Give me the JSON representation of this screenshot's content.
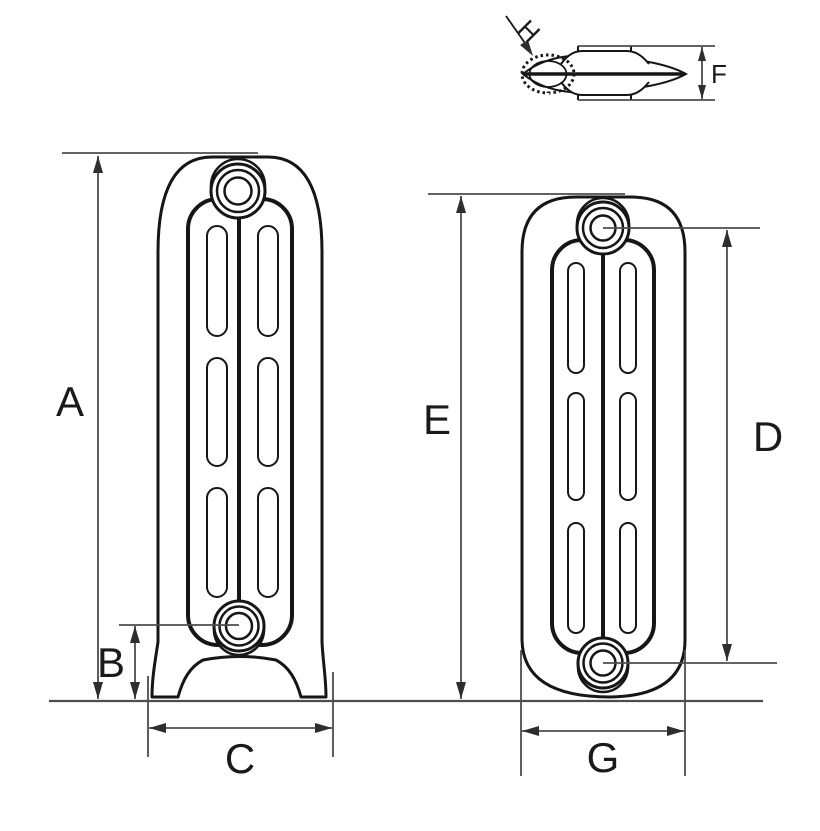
{
  "diagram_type": "radiator-dimension-drawing",
  "dimension_labels": {
    "a": "A",
    "b": "B",
    "c": "C",
    "d": "D",
    "e": "E",
    "f": "F",
    "g": "G",
    "h": "H"
  },
  "colors": {
    "drawing_line": "#161616",
    "dimension_line": "#4d4d4d",
    "label_text": "#1a1a1a",
    "background": "#ffffff"
  }
}
